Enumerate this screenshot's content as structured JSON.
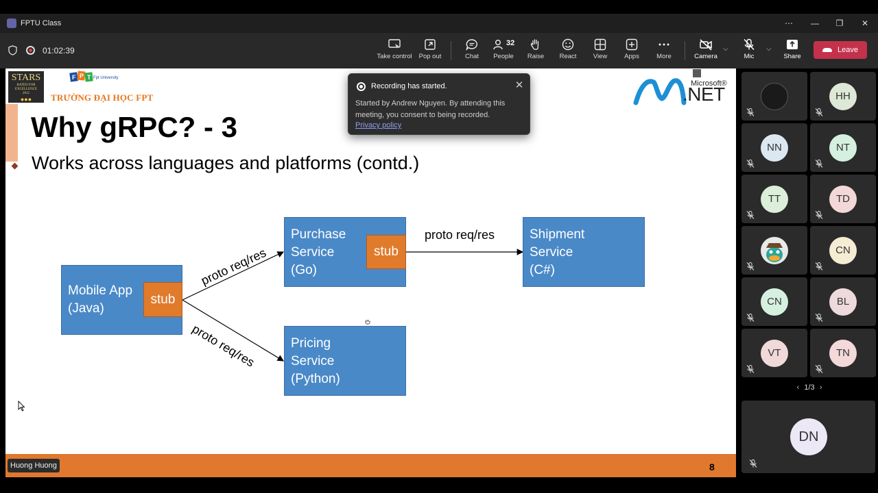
{
  "window": {
    "title": "FPTU Class"
  },
  "toolbar": {
    "timer": "01:02:39",
    "buttons": [
      {
        "label": "Take control",
        "icon": "take-control-icon"
      },
      {
        "label": "Pop out",
        "icon": "pop-out-icon"
      },
      {
        "label": "Chat",
        "icon": "chat-icon"
      },
      {
        "label": "People",
        "icon": "people-icon",
        "count": "32"
      },
      {
        "label": "Raise",
        "icon": "hand-icon"
      },
      {
        "label": "React",
        "icon": "smile-icon"
      },
      {
        "label": "View",
        "icon": "grid-icon"
      },
      {
        "label": "Apps",
        "icon": "plus-icon"
      },
      {
        "label": "More",
        "icon": "ellipsis-icon"
      },
      {
        "label": "Camera",
        "icon": "camera-off-icon"
      },
      {
        "label": "Mic",
        "icon": "mic-off-icon"
      },
      {
        "label": "Share",
        "icon": "share-icon"
      }
    ],
    "leave_label": "Leave",
    "leave_color": "#c4314b"
  },
  "slide": {
    "stars_logo": "STARS",
    "stars_sub": "RATED FOR EXCELLENCE",
    "stars_year": "2012",
    "fpt_university_small": "Fpt University",
    "school_name": "TRƯỜNG ĐẠI HỌC FPT",
    "title": "Why gRPC? - 3",
    "bullet": "Works across languages and platforms (contd.)",
    "net_brand_top": "Microsoft®",
    "net_brand": ".NET",
    "page_number": "8",
    "diagram": {
      "nodes": {
        "mobile": [
          "Mobile App",
          "(Java)"
        ],
        "purchase": [
          "Purchase",
          "Service",
          "(Go)"
        ],
        "shipment": [
          "Shipment",
          "Service",
          "(C#)"
        ],
        "pricing": [
          "Pricing",
          "Service",
          "(Python)"
        ]
      },
      "stub_label": "stub",
      "edge_label": "proto req/res",
      "box_color": "#4a89c8",
      "stub_color": "#e07b2c"
    }
  },
  "notification": {
    "title": "Recording has started.",
    "body": "Started by Andrew Nguyen. By attending this meeting, you consent to being recorded.",
    "link": "Privacy policy"
  },
  "presenter": {
    "name": "Huong Huong"
  },
  "gallery": {
    "participants": [
      {
        "initials": "",
        "color": "#2b2b2b",
        "photo": true
      },
      {
        "initials": "HH",
        "color": "#dde9d6"
      },
      {
        "initials": "NN",
        "color": "#dbe8f2"
      },
      {
        "initials": "NT",
        "color": "#d6f0df"
      },
      {
        "initials": "TT",
        "color": "#dcefd8"
      },
      {
        "initials": "TD",
        "color": "#f3d8d8"
      },
      {
        "initials": "",
        "color": "#e6e6e6",
        "photo": true
      },
      {
        "initials": "CN",
        "color": "#f6ecd4"
      },
      {
        "initials": "CN",
        "color": "#d6f0df"
      },
      {
        "initials": "BL",
        "color": "#eed9dc"
      },
      {
        "initials": "VT",
        "color": "#f1d9d9"
      },
      {
        "initials": "TN",
        "color": "#f3d9d9"
      }
    ],
    "page_indicator": "1/3",
    "self": {
      "initials": "DN"
    }
  }
}
